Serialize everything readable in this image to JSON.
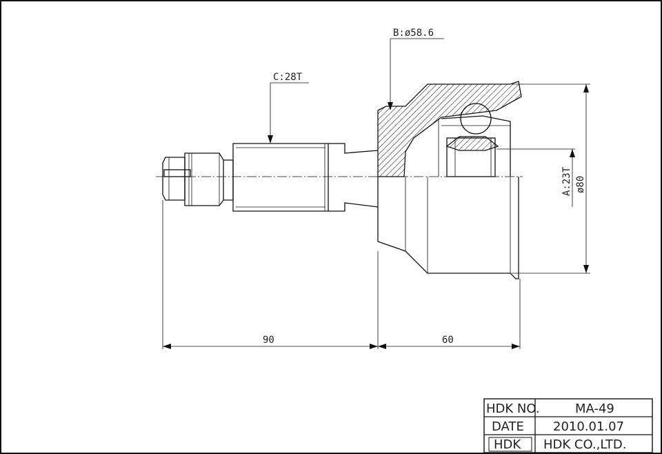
{
  "callouts": {
    "b_label": "B:ø58.6",
    "c_label": "C:28T",
    "a_label": "A:23T",
    "phi80_label": "ø80"
  },
  "dimensions": {
    "left_length": "90",
    "right_length": "60"
  },
  "title_block": {
    "hdk_no_label": "HDK NO.",
    "hdk_no_value": "MA-49",
    "date_label": "DATE",
    "date_value": "2010.01.07",
    "logo_text": "HDK",
    "company_value": "HDK CO.,LTD."
  }
}
